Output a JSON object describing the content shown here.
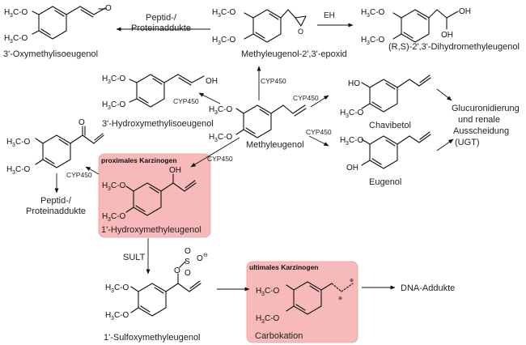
{
  "compounds": {
    "oxymethylisoeugenol": "3'-Oxymethylisoeugenol",
    "peptid_1": "Peptid-/",
    "proteinaddukte_1": "Proteinaddukte",
    "methyleugenol_epoxid": "Methyleugenol-2',3'-epoxid",
    "dihydromethyleugenol": "(R,S)-2',3'-Dihydromethyleugenol",
    "hydroxymethylisoeugenol": "3'-Hydroxymethylisoeugenol",
    "methyleugenol": "Methyleugenol",
    "chavibetol": "Chavibetol",
    "eugenol": "Eugenol",
    "peptid_2": "Peptid-/",
    "proteinaddukte_2": "Proteinaddukte",
    "hydroxymethyleugenol": "1'-Hydroxymethyleugenol",
    "sulfoxymethyleugenol": "1'-Sulfoxymethyleugenol",
    "carbokation": "Carbokation",
    "dna_addukte": "DNA-Addukte"
  },
  "glucuronidation": [
    "Glucuronidierung",
    "und renale",
    "Ausscheidung",
    "(UGT)"
  ],
  "enzymes": {
    "eh": "EH",
    "cyp450": "CYP450",
    "sult": "SULT"
  },
  "boxes": {
    "proximal": "proximales Karzinogen",
    "ultimate": "ultimales Karzinogen"
  },
  "colors": {
    "highlight_fill": "#f7b9b9",
    "highlight_border": "#e08b8b"
  }
}
